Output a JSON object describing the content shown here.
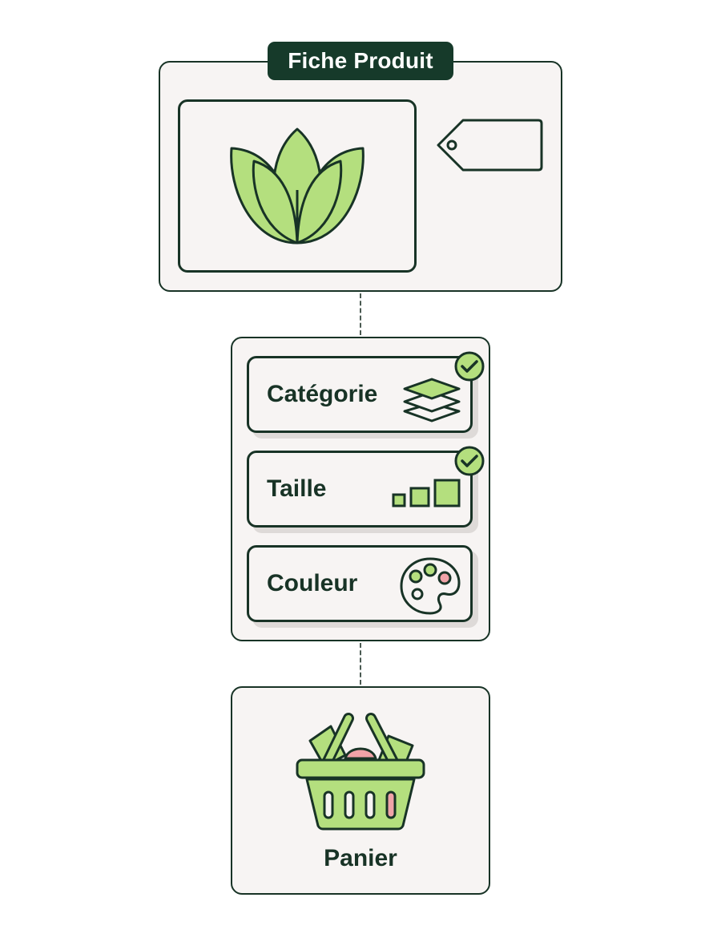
{
  "product_card": {
    "title": "Fiche Produit",
    "image_icon": "leaf-lotus-icon",
    "tag_icon": "price-tag-icon"
  },
  "options": [
    {
      "label": "Catégorie",
      "icon": "layers-icon",
      "checked": true
    },
    {
      "label": "Taille",
      "icon": "size-bars-icon",
      "checked": true
    },
    {
      "label": "Couleur",
      "icon": "palette-icon",
      "checked": false
    }
  ],
  "cart": {
    "label": "Panier",
    "icon": "basket-icon"
  },
  "colors": {
    "accent_green": "#b4df7e",
    "dark_green": "#183326",
    "pill_bg": "#163a2a",
    "card_bg": "#f7f4f3",
    "pink": "#f0a3a8"
  }
}
